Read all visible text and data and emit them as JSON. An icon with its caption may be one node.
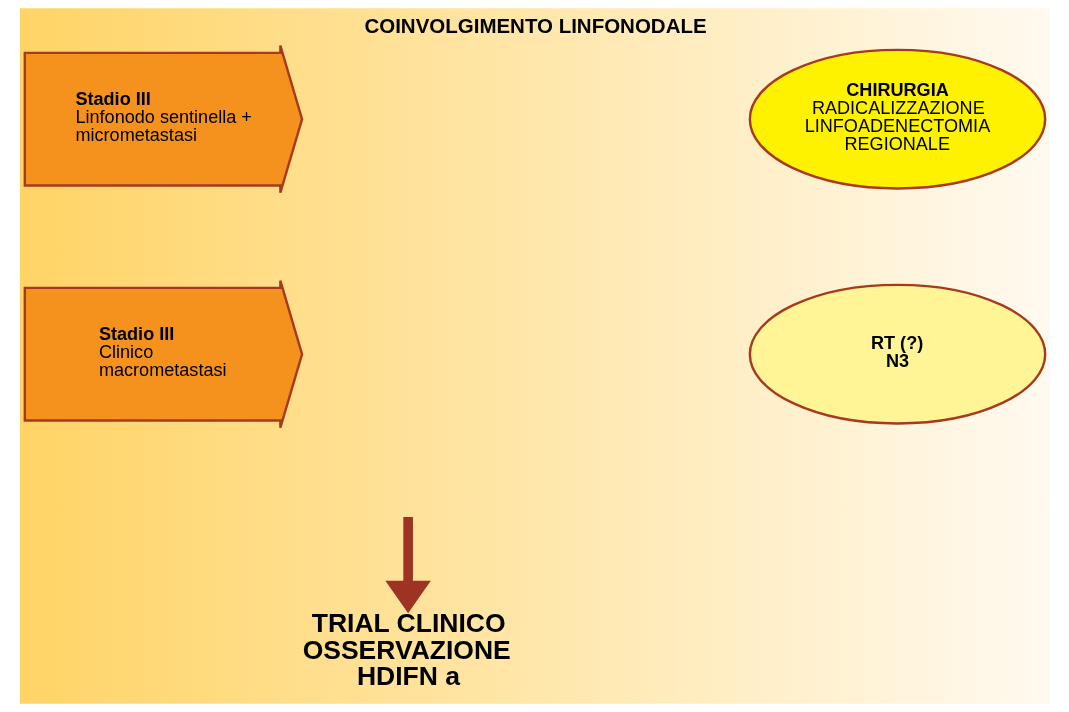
{
  "diagram": {
    "title": "COINVOLGIMENTO LINFONODALE",
    "nodes": [
      {
        "text": [
          "Stadio III",
          "Linfonodo sentinella + micrometastasi"
        ]
      },
      {
        "text": [
          "CHIRURGIA",
          "RADICALIZZAZIONE LINFOADENECTOMIA REGIONALE"
        ]
      },
      {
        "text": [
          "Stadio III",
          "Clinico macrometastasi"
        ]
      },
      {
        "text": [
          "RT (?) N3"
        ]
      },
      {
        "text": [
          "TRIAL CLINICO OSSERVAZIONE HDIFN a"
        ]
      }
    ],
    "edges": [
      {
        "from": null,
        "to": 4,
        "arrow": "to",
        "color": "#9e3323"
      }
    ]
  }
}
